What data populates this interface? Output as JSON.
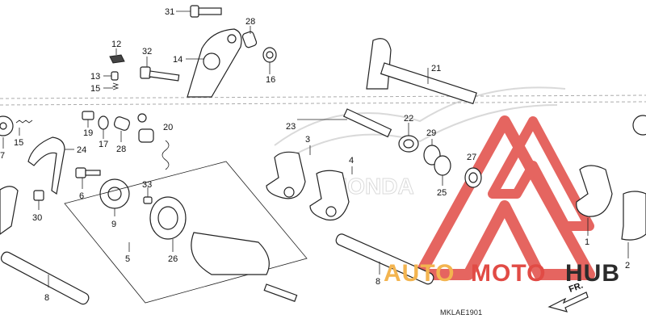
{
  "diagram": {
    "reference_code": "MKLAE1901",
    "direction_label": "FR.",
    "watermark": {
      "part1": "AUTO",
      "part2": "MOTO",
      "part3": "HUB",
      "color_auto": "#f3b44f",
      "color_moto": "#e14b45",
      "color_hub": "#2b2b2b",
      "triangle_color": "#e14b45"
    },
    "callouts": {
      "c31": "31",
      "c28a": "28",
      "c14": "14",
      "c12": "12",
      "c32": "32",
      "c16": "16",
      "c13": "13",
      "c15a": "15",
      "c21": "21",
      "c19": "19",
      "c17": "17",
      "c28b": "28",
      "c20": "20",
      "c15b": "15",
      "c7": "7",
      "c24": "24",
      "c23": "23",
      "c22": "22",
      "c29": "29",
      "c3": "3",
      "c4": "4",
      "c27": "27",
      "c25": "25",
      "c6": "6",
      "c33": "33",
      "c30": "30",
      "c9": "9",
      "c5": "5",
      "c26": "26",
      "c8a": "8",
      "c8b": "8",
      "c1": "1",
      "c2": "2"
    }
  }
}
